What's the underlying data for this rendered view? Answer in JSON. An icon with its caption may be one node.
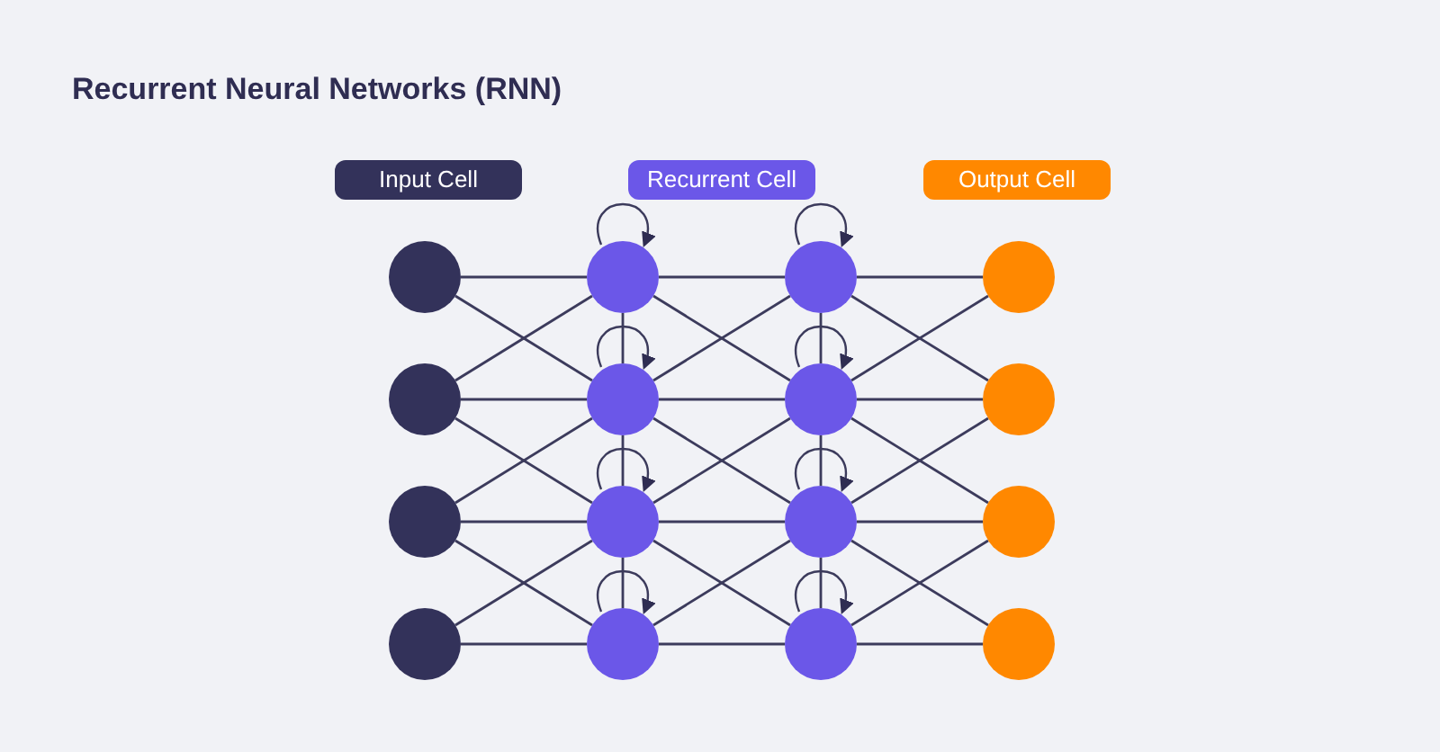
{
  "diagram": {
    "title": "Recurrent Neural Networks (RNN)",
    "nodes": [
      {
        "text": [
          "Input Cell"
        ]
      },
      {
        "text": [
          "Recurrent Cell"
        ]
      },
      {
        "text": [
          "Output Cell"
        ]
      },
      {
        "text": [],
        "shape": "circle"
      },
      {
        "text": [],
        "shape": "circle"
      },
      {
        "text": [],
        "shape": "circle"
      },
      {
        "text": [],
        "shape": "circle"
      },
      {
        "text": [],
        "shape": "circle"
      },
      {
        "text": [],
        "shape": "circle"
      },
      {
        "text": [],
        "shape": "circle"
      },
      {
        "text": [],
        "shape": "circle"
      },
      {
        "text": [],
        "shape": "circle"
      },
      {
        "text": [],
        "shape": "circle"
      },
      {
        "text": [],
        "shape": "circle"
      },
      {
        "text": [],
        "shape": "circle"
      },
      {
        "text": [],
        "shape": "circle"
      },
      {
        "text": [],
        "shape": "circle"
      },
      {
        "text": [],
        "shape": "circle"
      },
      {
        "text": [],
        "shape": "circle"
      }
    ],
    "edges": [
      {
        "from": 3,
        "to": 4,
        "arrow": "none"
      },
      {
        "from": 3,
        "to": 8,
        "arrow": "none"
      },
      {
        "from": 7,
        "to": 4,
        "arrow": "none"
      },
      {
        "from": 7,
        "to": 8,
        "arrow": "none"
      },
      {
        "from": 7,
        "to": 12,
        "arrow": "none"
      },
      {
        "from": 11,
        "to": 8,
        "arrow": "none"
      },
      {
        "from": 11,
        "to": 12,
        "arrow": "none"
      },
      {
        "from": 11,
        "to": 16,
        "arrow": "none"
      },
      {
        "from": 15,
        "to": 12,
        "arrow": "none"
      },
      {
        "from": 15,
        "to": 16,
        "arrow": "none"
      },
      {
        "from": 4,
        "to": 5,
        "arrow": "none"
      },
      {
        "from": 4,
        "to": 9,
        "arrow": "none"
      },
      {
        "from": 8,
        "to": 5,
        "arrow": "none"
      },
      {
        "from": 8,
        "to": 9,
        "arrow": "none"
      },
      {
        "from": 8,
        "to": 13,
        "arrow": "none"
      },
      {
        "from": 12,
        "to": 9,
        "arrow": "none"
      },
      {
        "from": 12,
        "to": 13,
        "arrow": "none"
      },
      {
        "from": 12,
        "to": 17,
        "arrow": "none"
      },
      {
        "from": 16,
        "to": 13,
        "arrow": "none"
      },
      {
        "from": 16,
        "to": 17,
        "arrow": "none"
      },
      {
        "from": 5,
        "to": 6,
        "arrow": "none"
      },
      {
        "from": 5,
        "to": 10,
        "arrow": "none"
      },
      {
        "from": 9,
        "to": 6,
        "arrow": "none"
      },
      {
        "from": 9,
        "to": 10,
        "arrow": "none"
      },
      {
        "from": 9,
        "to": 14,
        "arrow": "none"
      },
      {
        "from": 13,
        "to": 10,
        "arrow": "none"
      },
      {
        "from": 13,
        "to": 14,
        "arrow": "none"
      },
      {
        "from": 13,
        "to": 18,
        "arrow": "none"
      },
      {
        "from": 17,
        "to": 14,
        "arrow": "none"
      },
      {
        "from": 17,
        "to": 18,
        "arrow": "none"
      },
      {
        "from": 4,
        "to": 8,
        "arrow": "none"
      },
      {
        "from": 8,
        "to": 12,
        "arrow": "none"
      },
      {
        "from": 12,
        "to": 16,
        "arrow": "none"
      },
      {
        "from": 5,
        "to": 9,
        "arrow": "none"
      },
      {
        "from": 9,
        "to": 13,
        "arrow": "none"
      },
      {
        "from": 13,
        "to": 17,
        "arrow": "none"
      },
      {
        "from": 4,
        "to": 4,
        "arrow": "to"
      },
      {
        "from": 8,
        "to": 8,
        "arrow": "to"
      },
      {
        "from": 12,
        "to": 12,
        "arrow": "to"
      },
      {
        "from": 16,
        "to": 16,
        "arrow": "to"
      },
      {
        "from": 5,
        "to": 5,
        "arrow": "to"
      },
      {
        "from": 9,
        "to": 9,
        "arrow": "to"
      },
      {
        "from": 13,
        "to": 13,
        "arrow": "to"
      },
      {
        "from": 17,
        "to": 17,
        "arrow": "to"
      }
    ]
  }
}
